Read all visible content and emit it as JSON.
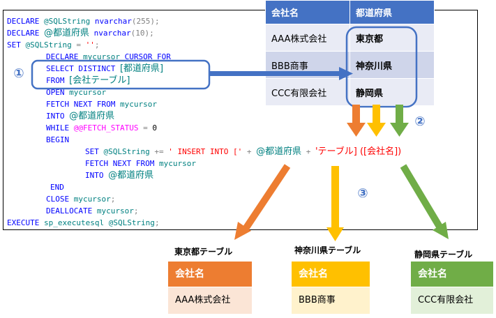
{
  "code": {
    "l1": [
      "DECLARE ",
      "@SQLString",
      " nvarchar",
      "(255);"
    ],
    "l2": [
      "DECLARE ",
      "@都道府県",
      " nvarchar",
      "(10);"
    ],
    "l3": [
      "SET ",
      "@SQLString",
      " = ",
      "''",
      ";"
    ],
    "l4": [
      "DECLARE ",
      "mycursor",
      " CURSOR FOR"
    ],
    "l5": [
      "SELECT DISTINCT ",
      "[都道府県]"
    ],
    "l6": [
      "FROM ",
      "[会社テーブル]"
    ],
    "l7": [
      "OPEN ",
      "mycursor"
    ],
    "l8": [
      "FETCH NEXT FROM ",
      "mycursor"
    ],
    "l9": [
      "INTO ",
      "@都道府県"
    ],
    "l10": [
      "WHILE ",
      "@@FETCH_STATUS",
      " = ",
      "0"
    ],
    "l11": [
      "BEGIN"
    ],
    "l12": [
      "SET ",
      "@SQLString",
      " += ",
      "' INSERT INTO [' ",
      "+ ",
      "@都道府県",
      " + ",
      "'テーブル] ([会社名])"
    ],
    "l13": [
      "FETCH NEXT FROM ",
      "mycursor"
    ],
    "l14": [
      "INTO ",
      "@都道府県"
    ],
    "l15": [
      "END"
    ],
    "l16": [
      "CLOSE ",
      "mycursor",
      ";"
    ],
    "l17": [
      "DEALLOCATE ",
      "mycursor",
      ";"
    ],
    "l18": [
      "EXECUTE ",
      "sp_executesql",
      " @SQLString",
      ";"
    ]
  },
  "source_table": {
    "headers": [
      "会社名",
      "都道府県"
    ],
    "rows": [
      [
        "AAA株式会社",
        "東京都"
      ],
      [
        "BBB商事",
        "神奈川県"
      ],
      [
        "CCC有限会社",
        "静岡県"
      ]
    ]
  },
  "markers": {
    "one": "①",
    "two": "②",
    "three": "③"
  },
  "outputs": [
    {
      "title": "東京都テーブル",
      "header": "会社名",
      "value": "AAA株式会社",
      "color": "#ed7d31",
      "light": "#fbe5d6"
    },
    {
      "title": "神奈川県テーブル",
      "header": "会社名",
      "value": "BBB商事",
      "color": "#ffc000",
      "light": "#fff2cc"
    },
    {
      "title": "静岡県テーブル",
      "header": "会社名",
      "value": "CCC有限会社",
      "color": "#70ad47",
      "light": "#e2f0d9"
    }
  ],
  "colors": {
    "blue": "#4472c4",
    "orange": "#ed7d31",
    "gold": "#ffc000",
    "green": "#70ad47"
  }
}
